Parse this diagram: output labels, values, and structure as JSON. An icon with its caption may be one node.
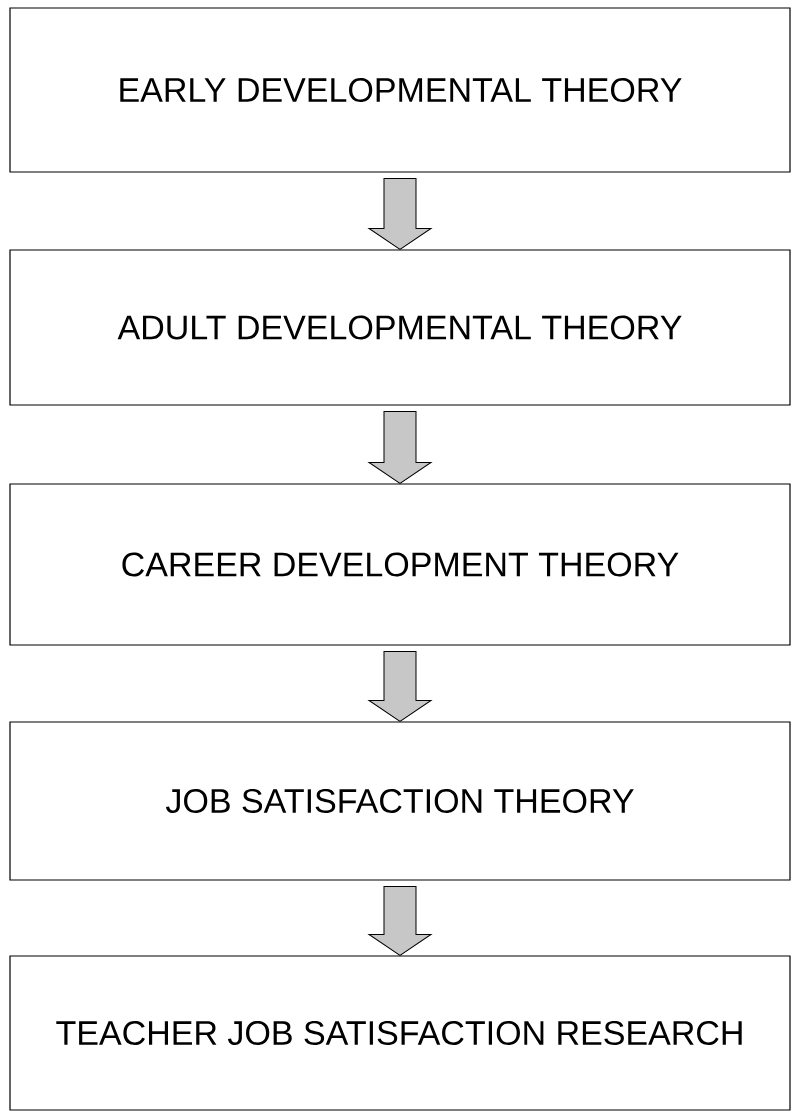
{
  "diagram": {
    "nodes": [
      {
        "text": [
          "EARLY DEVELOPMENTAL THEORY"
        ]
      },
      {
        "text": [
          "ADULT DEVELOPMENTAL THEORY"
        ]
      },
      {
        "text": [
          "CAREER DEVELOPMENT THEORY"
        ]
      },
      {
        "text": [
          "JOB SATISFACTION THEORY"
        ]
      },
      {
        "text": [
          "TEACHER JOB SATISFACTION RESEARCH"
        ]
      }
    ],
    "edges": [
      {
        "from": 0,
        "to": 1,
        "arrow": "to"
      },
      {
        "from": 1,
        "to": 2,
        "arrow": "to"
      },
      {
        "from": 2,
        "to": 3,
        "arrow": "to"
      },
      {
        "from": 3,
        "to": 4,
        "arrow": "to"
      }
    ]
  }
}
